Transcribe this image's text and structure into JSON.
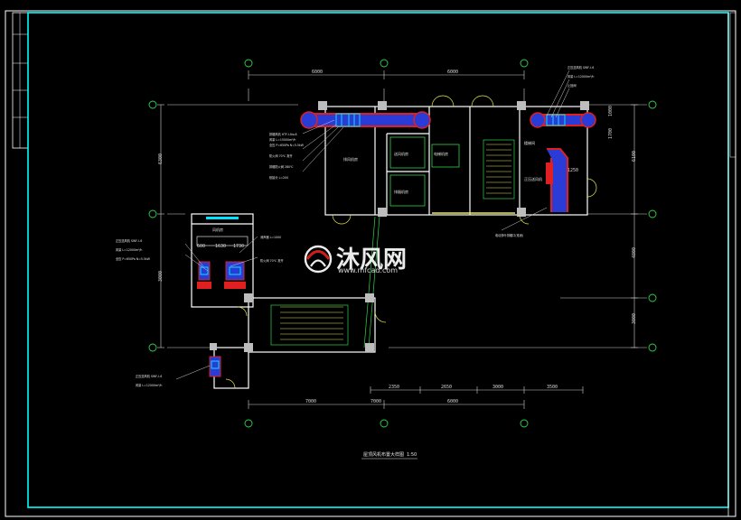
{
  "drawing": {
    "caption": "屋顶风机布置大样图",
    "caption_scale": "1:50",
    "top_dims": [
      "6000",
      "6000"
    ],
    "bottom_dims_upper": [
      "2350",
      "2650",
      "3000",
      "3500"
    ],
    "bottom_dims_lower": [
      "7000",
      "7000",
      "6000"
    ],
    "left_dims": [
      "6300",
      "3000"
    ],
    "right_dims": [
      "6100",
      "4800",
      "3000"
    ],
    "room_labels": [
      "排风机房",
      "送风机房",
      "排烟机房",
      "电梯机房",
      "楼梯间",
      "风机房",
      "正压送风机"
    ],
    "inner_dims": [
      "600",
      "1630",
      "1730",
      "1250",
      "1700",
      "1000"
    ],
    "annotations": [
      "排烟风机 HTF-I-No.8",
      "风量 L=15000m³/h",
      "全压 P=650Pa N=5.5kW",
      "正压送风机 SWF-I-6",
      "风量 L=12000m³/h",
      "防火阀 70℃ 常开",
      "排烟防火阀 280℃",
      "止回阀",
      "电动多叶排烟口(常闭)",
      "消声器 L=1000",
      "软接头 L=200"
    ],
    "watermark_cn": "沐风网",
    "watermark_url": "www.mfcad.com"
  }
}
